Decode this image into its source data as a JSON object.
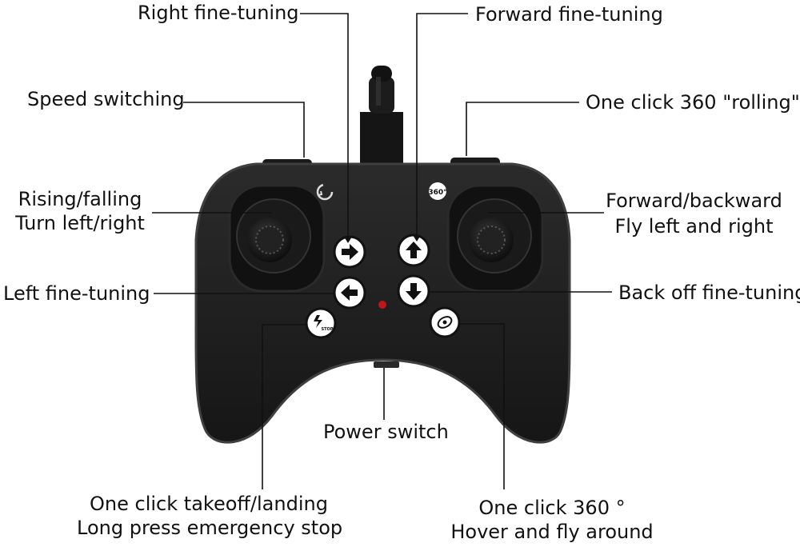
{
  "labels": {
    "right_fine_tuning": "Right fine-tuning",
    "forward_fine_tuning": "Forward fine-tuning",
    "speed_switching": "Speed switching",
    "one_click_360_rolling": "One click 360 \"rolling\"",
    "rising_falling": "Rising/falling",
    "turn_left_right": "Turn left/right",
    "forward_backward": "Forward/backward",
    "fly_left_right": "Fly left and right",
    "left_fine_tuning": "Left fine-tuning",
    "back_off_fine_tuning": "Back off fine-tuning",
    "power_switch": "Power switch",
    "takeoff_landing": "One click takeoff/landing",
    "emergency_stop": "Long press emergency stop",
    "one_click_360": "One click 360 °",
    "hover_fly_around": "Hover and fly around"
  },
  "icons": {
    "button_360_label": "360°",
    "stop_label": "STOP"
  },
  "colors": {
    "body": "#1f1f1f",
    "body_edge": "#3c3c3c",
    "button": "#ffffff",
    "led": "#c2161b",
    "line": "#111111"
  }
}
